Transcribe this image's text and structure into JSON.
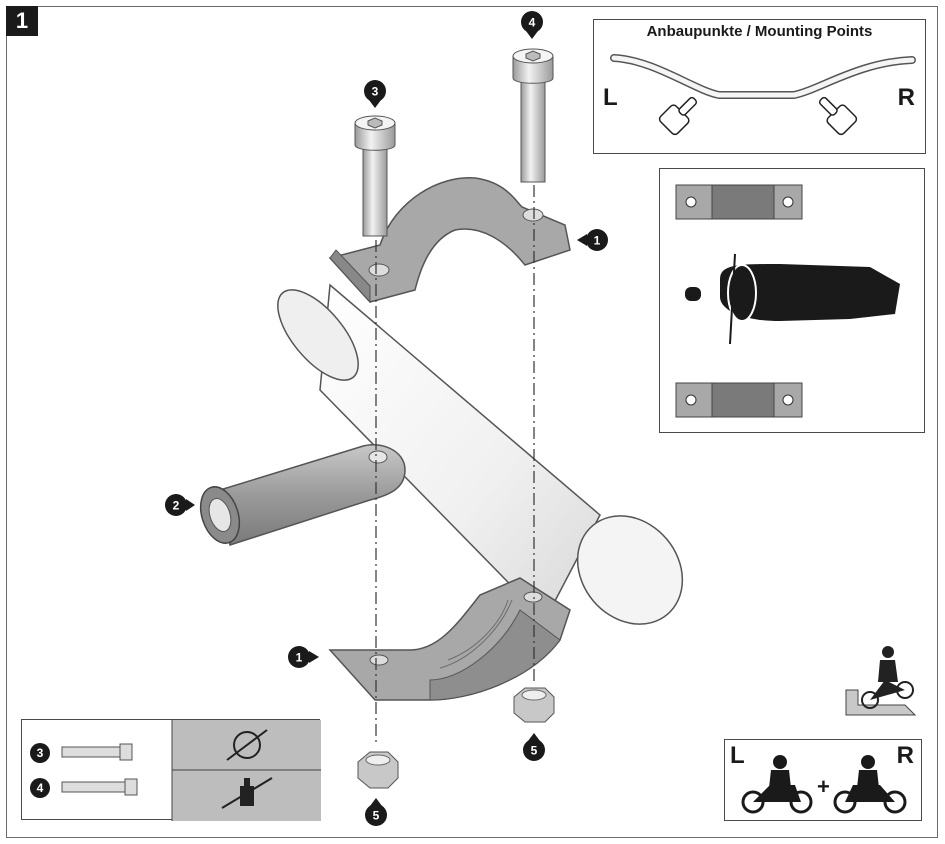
{
  "step": {
    "number": "1"
  },
  "mounting_points": {
    "title": "Anbaupunkte / Mounting Points",
    "left_label": "L",
    "right_label": "R"
  },
  "callouts": {
    "clamp_upper": "1",
    "clamp_lower": "1",
    "extension": "2",
    "bolt_short": "3",
    "bolt_long": "4",
    "nut_left": "5",
    "nut_right": "5"
  },
  "tools_legend": {
    "row1_num": "3",
    "row2_num": "4"
  },
  "rider_box": {
    "left_label": "L",
    "plus": "+",
    "right_label": "R"
  },
  "colors": {
    "part_fill": "#a8a8a8",
    "part_dark": "#7a7a7a",
    "handlebar_fill": "#f2f2f2",
    "callout_fill": "#1a1a1a",
    "legend_shade": "#bdbdbd"
  }
}
